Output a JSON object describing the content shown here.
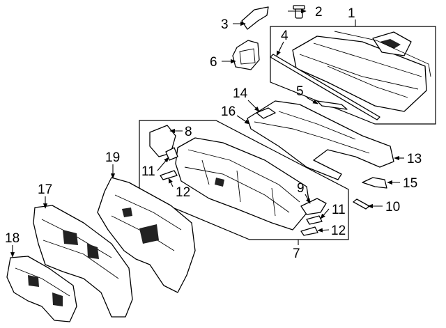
{
  "diagram": {
    "callouts": {
      "c1": "1",
      "c2": "2",
      "c3": "3",
      "c4": "4",
      "c5": "5",
      "c6": "6",
      "c7": "7",
      "c8": "8",
      "c9": "9",
      "c10": "10",
      "c11a": "11",
      "c11b": "11",
      "c12a": "12",
      "c12b": "12",
      "c13": "13",
      "c14": "14",
      "c15": "15",
      "c16": "16",
      "c17": "17",
      "c18": "18",
      "c19": "19"
    }
  }
}
